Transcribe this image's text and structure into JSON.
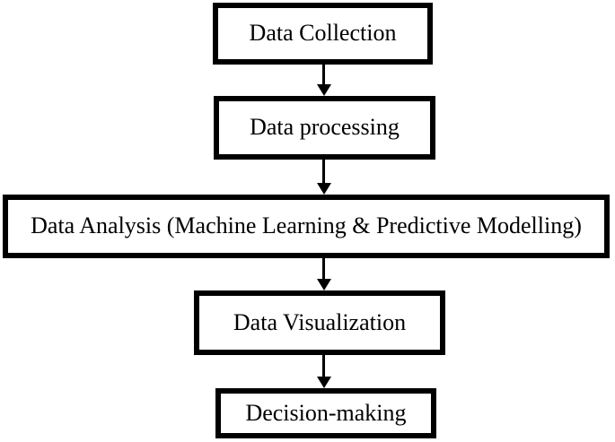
{
  "diagram": {
    "type": "flowchart",
    "background_color": "#ffffff",
    "box_border_color": "#000000",
    "text_color": "#000000",
    "arrow_color": "#000000",
    "nodes": [
      {
        "id": "data-collection",
        "label": "Data Collection"
      },
      {
        "id": "data-processing",
        "label": "Data processing"
      },
      {
        "id": "data-analysis",
        "label": "Data Analysis (Machine Learning & Predictive Modelling)"
      },
      {
        "id": "data-visualization",
        "label": "Data Visualization"
      },
      {
        "id": "decision-making",
        "label": "Decision-making"
      }
    ],
    "edges": [
      {
        "from": "data-collection",
        "to": "data-processing"
      },
      {
        "from": "data-processing",
        "to": "data-analysis"
      },
      {
        "from": "data-analysis",
        "to": "data-visualization"
      },
      {
        "from": "data-visualization",
        "to": "decision-making"
      }
    ]
  }
}
